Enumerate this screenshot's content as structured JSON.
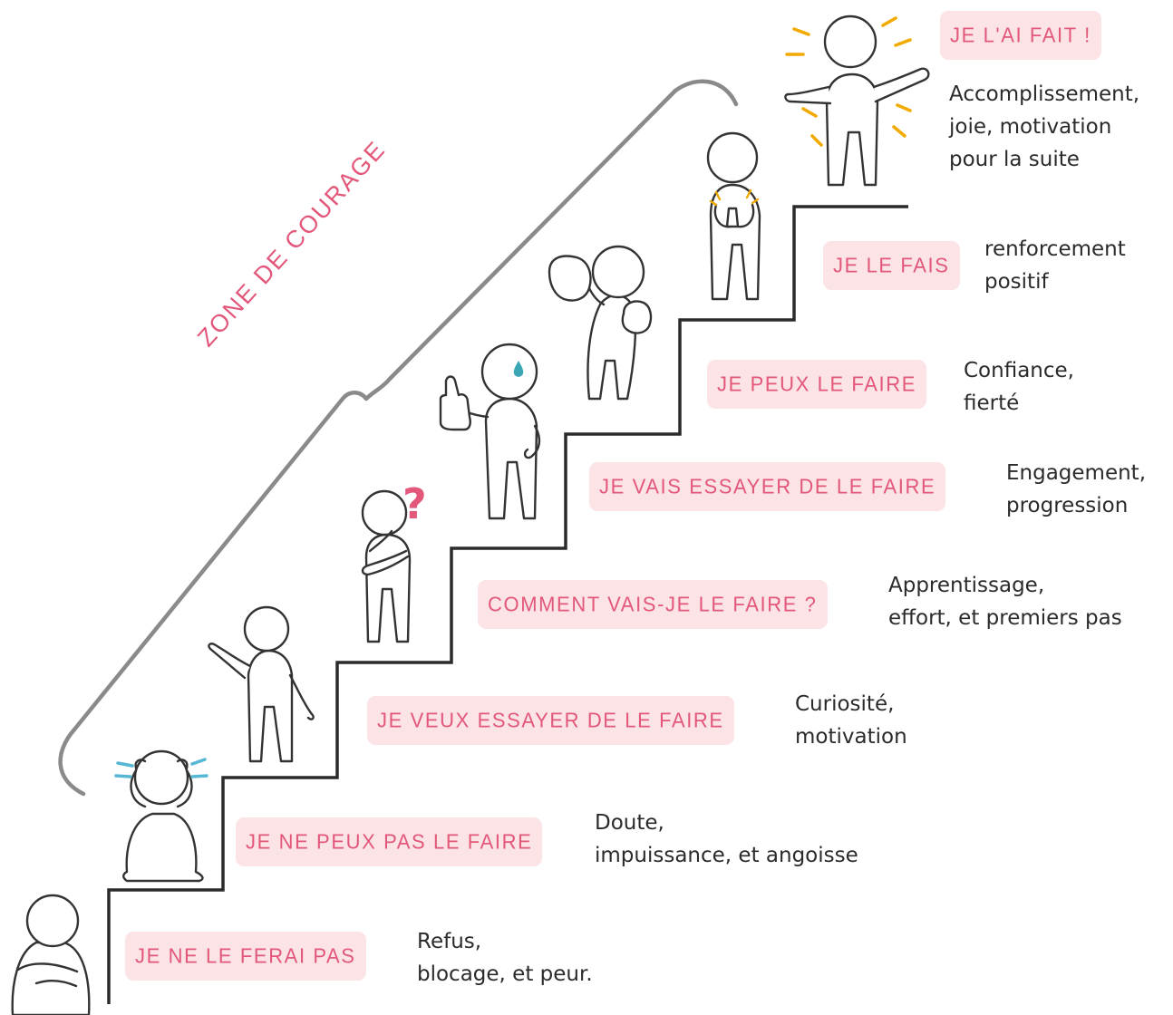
{
  "zone_label": "ZONE DE COURAGE",
  "colors": {
    "accent": "#e2577a",
    "tag_background": "#fbe3e6",
    "stairs": "#2b2b2b",
    "sparkle": "#f2a900",
    "tears": "#56b8d4",
    "bracket": "#8a8a8a"
  },
  "steps": [
    {
      "label": "JE NE LE FERAI PAS",
      "description": [
        "Refus,",
        "blocage, et peur."
      ]
    },
    {
      "label": "JE NE PEUX PAS LE FAIRE",
      "description": [
        "Doute,",
        "impuissance, et angoisse"
      ]
    },
    {
      "label": "JE VEUX ESSAYER DE LE FAIRE",
      "description": [
        "Curiosité,",
        "motivation"
      ]
    },
    {
      "label": "COMMENT VAIS-JE LE FAIRE ?",
      "description": [
        "Apprentissage,",
        "effort, et premiers pas"
      ]
    },
    {
      "label": "JE VAIS ESSAYER DE LE FAIRE",
      "description": [
        "Engagement,",
        "progression"
      ]
    },
    {
      "label": "JE PEUX LE FAIRE",
      "description": [
        "Confiance,",
        "fierté"
      ]
    },
    {
      "label": "JE LE FAIS",
      "description": [
        "renforcement",
        "positif"
      ]
    },
    {
      "label": "JE L'AI FAIT !",
      "description": [
        "Accomplissement,",
        "joie, motivation",
        "pour la suite"
      ]
    }
  ],
  "icons": {
    "question": "?",
    "figures": [
      "hugging-knees-figure",
      "head-in-hands-figure",
      "raising-hand-figure",
      "thinking-figure",
      "thumbs-up-figure",
      "boxing-figure",
      "clapping-figure",
      "celebrating-figure"
    ]
  }
}
